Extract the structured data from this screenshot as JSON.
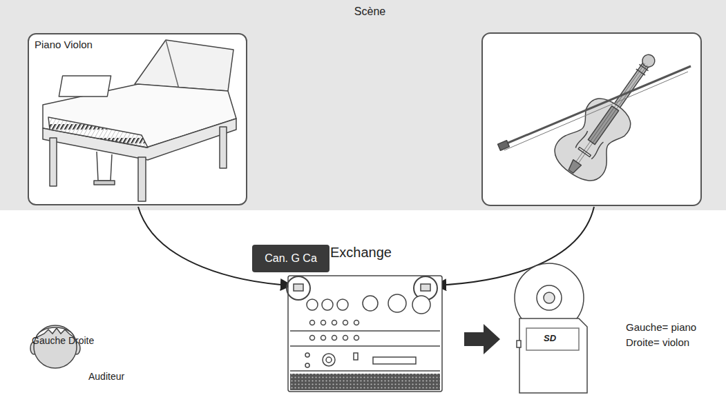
{
  "diagram": {
    "nodes": [
      {
        "text": [
          "Scène"
        ]
      },
      {
        "text": [
          "Piano Violon"
        ],
        "in": 0
      },
      {
        "text": [
          "Can. G Ca"
        ]
      }
    ],
    "labels": [
      "Exchange",
      "Gauche Droite",
      "Auditeur",
      "Gauche= piano",
      "Droite= violon",
      "SD"
    ]
  }
}
